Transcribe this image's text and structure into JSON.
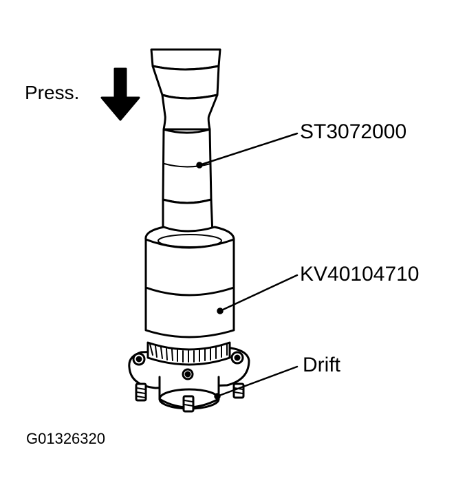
{
  "figure": {
    "press_label": "Press.",
    "callouts": [
      {
        "id": "st",
        "label": "ST3072000"
      },
      {
        "id": "kv",
        "label": "KV40104710"
      },
      {
        "id": "drift",
        "label": "Drift"
      }
    ],
    "figure_code": "G01326320"
  }
}
